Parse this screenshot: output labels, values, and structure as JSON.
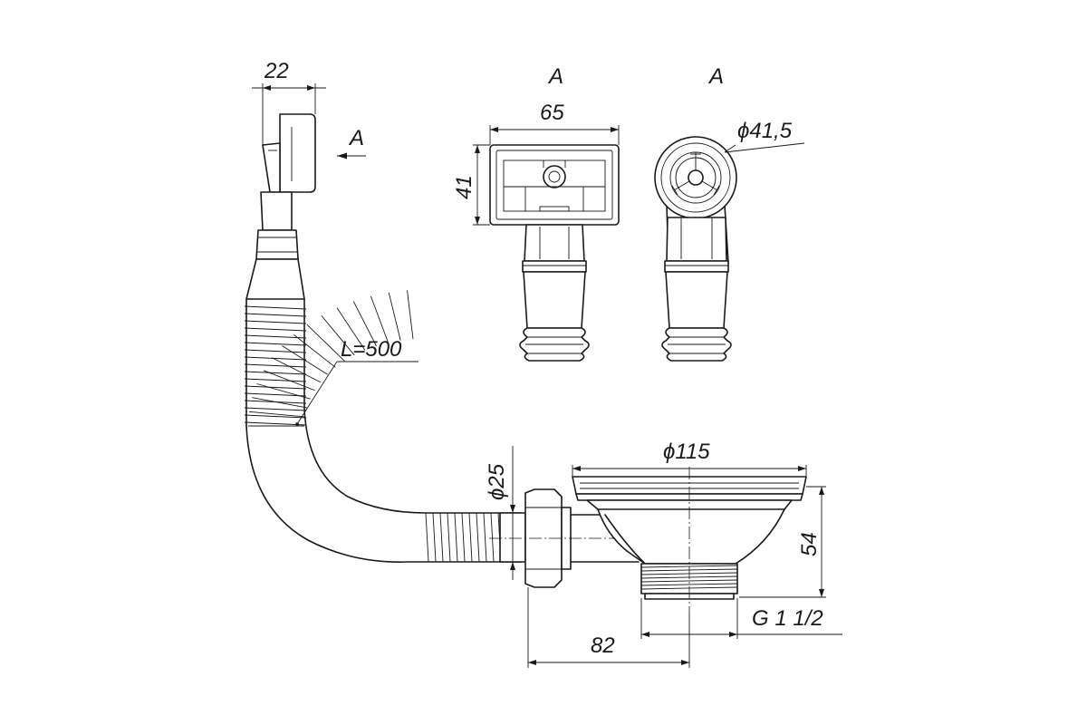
{
  "labels": {
    "width_22": "22",
    "view_arrow_a": "A",
    "view_a_front": "A",
    "view_a_side": "A",
    "width_65": "65",
    "height_41": "41",
    "dia_41_5": "ϕ41,5",
    "length_l500": "L=500",
    "dia_25": "ϕ25",
    "dia_115": "ϕ115",
    "height_54": "54",
    "thread_g": "G 1 1/2",
    "width_82": "82"
  }
}
